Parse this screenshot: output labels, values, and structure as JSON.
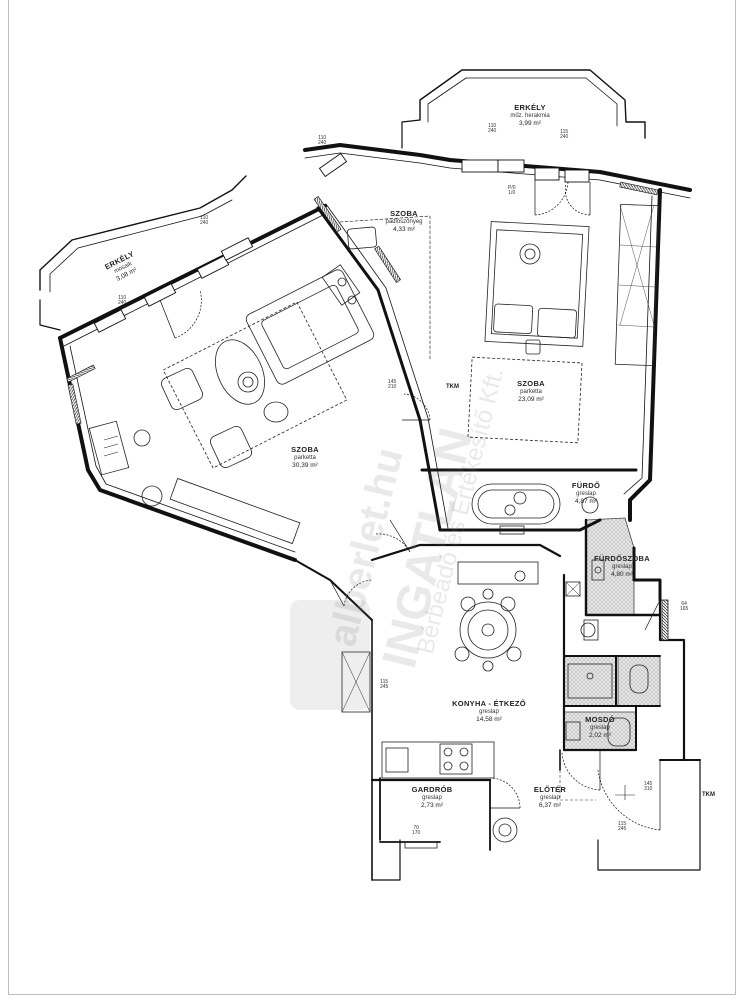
{
  "watermark": {
    "line1": "alberlet.hu",
    "line2": "INGATLAN",
    "line3": "Bérbeadó és Értékesítő Kft."
  },
  "rooms": [
    {
      "id": "erkely-top",
      "name": "ERKÉLY",
      "floor": "műz. herakmia",
      "area": "3,99 m²"
    },
    {
      "id": "erkely-left",
      "name": "ERKÉLY",
      "floor": "mosaik",
      "area": "3,08 m²"
    },
    {
      "id": "szoba-small",
      "name": "SZOBA",
      "floor": "padlószőnyeg",
      "area": "4,33 m²"
    },
    {
      "id": "szoba-bed",
      "name": "SZOBA",
      "floor": "parketta",
      "area": "23,09 m²"
    },
    {
      "id": "szoba-living",
      "name": "SZOBA",
      "floor": "parketta",
      "area": "30,39 m²"
    },
    {
      "id": "furdo",
      "name": "FÜRDŐ",
      "floor": "greslap",
      "area": "4,87 m²"
    },
    {
      "id": "furdoszoba",
      "name": "FÜRDŐSZOBA",
      "floor": "greslap",
      "area": "4,80 m²"
    },
    {
      "id": "konyha",
      "name": "KONYHA - ÉTKEZŐ",
      "floor": "greslap",
      "area": "14,58 m²"
    },
    {
      "id": "mosdo",
      "name": "MOSDÓ",
      "floor": "greslap",
      "area": "2,02 m²"
    },
    {
      "id": "gardrob",
      "name": "GARDRÓB",
      "floor": "greslap",
      "area": "2,73 m²"
    },
    {
      "id": "eloter",
      "name": "ELŐTÉR",
      "floor": "greslap",
      "area": "6,37 m²"
    }
  ],
  "dimensions": {
    "d1": "110\n240",
    "d2": "115\n240",
    "d3": "110\n240",
    "d4": "110\n240",
    "d5": "110\n240",
    "d6": "145\n210",
    "d7": "115\n245",
    "d8": "145\n310",
    "d9": "115\n245",
    "d10": "70\n170",
    "d11": "64\n165",
    "d12": "P/0\n1/0"
  },
  "tkm_labels": {
    "t1": "TKM",
    "t2": "TKM"
  }
}
